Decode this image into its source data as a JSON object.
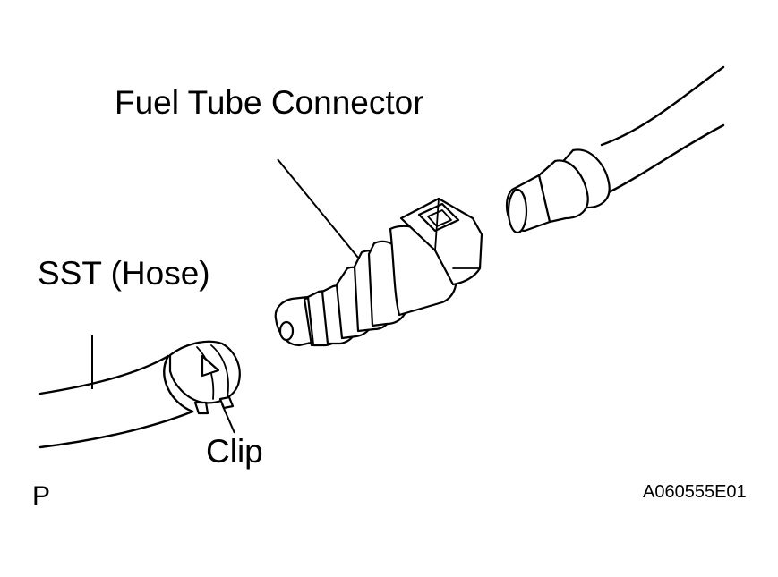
{
  "labels": {
    "fuel_tube_connector": "Fuel Tube Connector",
    "sst_hose": "SST (Hose)",
    "clip": "Clip",
    "corner_letter": "P",
    "figure_code": "A060555E01"
  },
  "colors": {
    "line": "#000000",
    "background": "#ffffff"
  }
}
